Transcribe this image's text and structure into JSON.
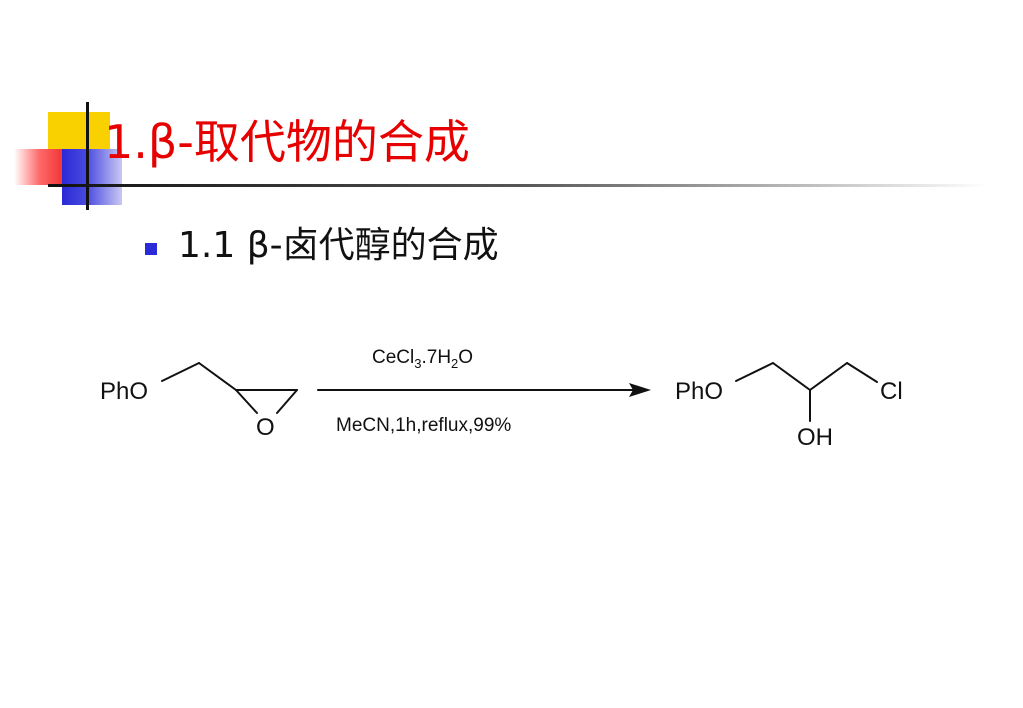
{
  "slide": {
    "title": "1.β-取代物的合成",
    "bullet": "1.1 β-卤代醇的合成"
  },
  "reaction": {
    "reactant": {
      "pho": "PhO",
      "ring_o": "O"
    },
    "reagent_top": {
      "a": "CeCl",
      "a_sub": "3",
      "b": ".7H",
      "b_sub": "2",
      "c": "O"
    },
    "reagent_bottom": "MeCN,1h,reflux,99%",
    "product": {
      "pho": "PhO",
      "cl": "Cl",
      "oh": "OH"
    }
  },
  "colors": {
    "title": "#e60000",
    "accent_blue": "#2a2ad6",
    "accent_yellow": "#f9d000"
  }
}
